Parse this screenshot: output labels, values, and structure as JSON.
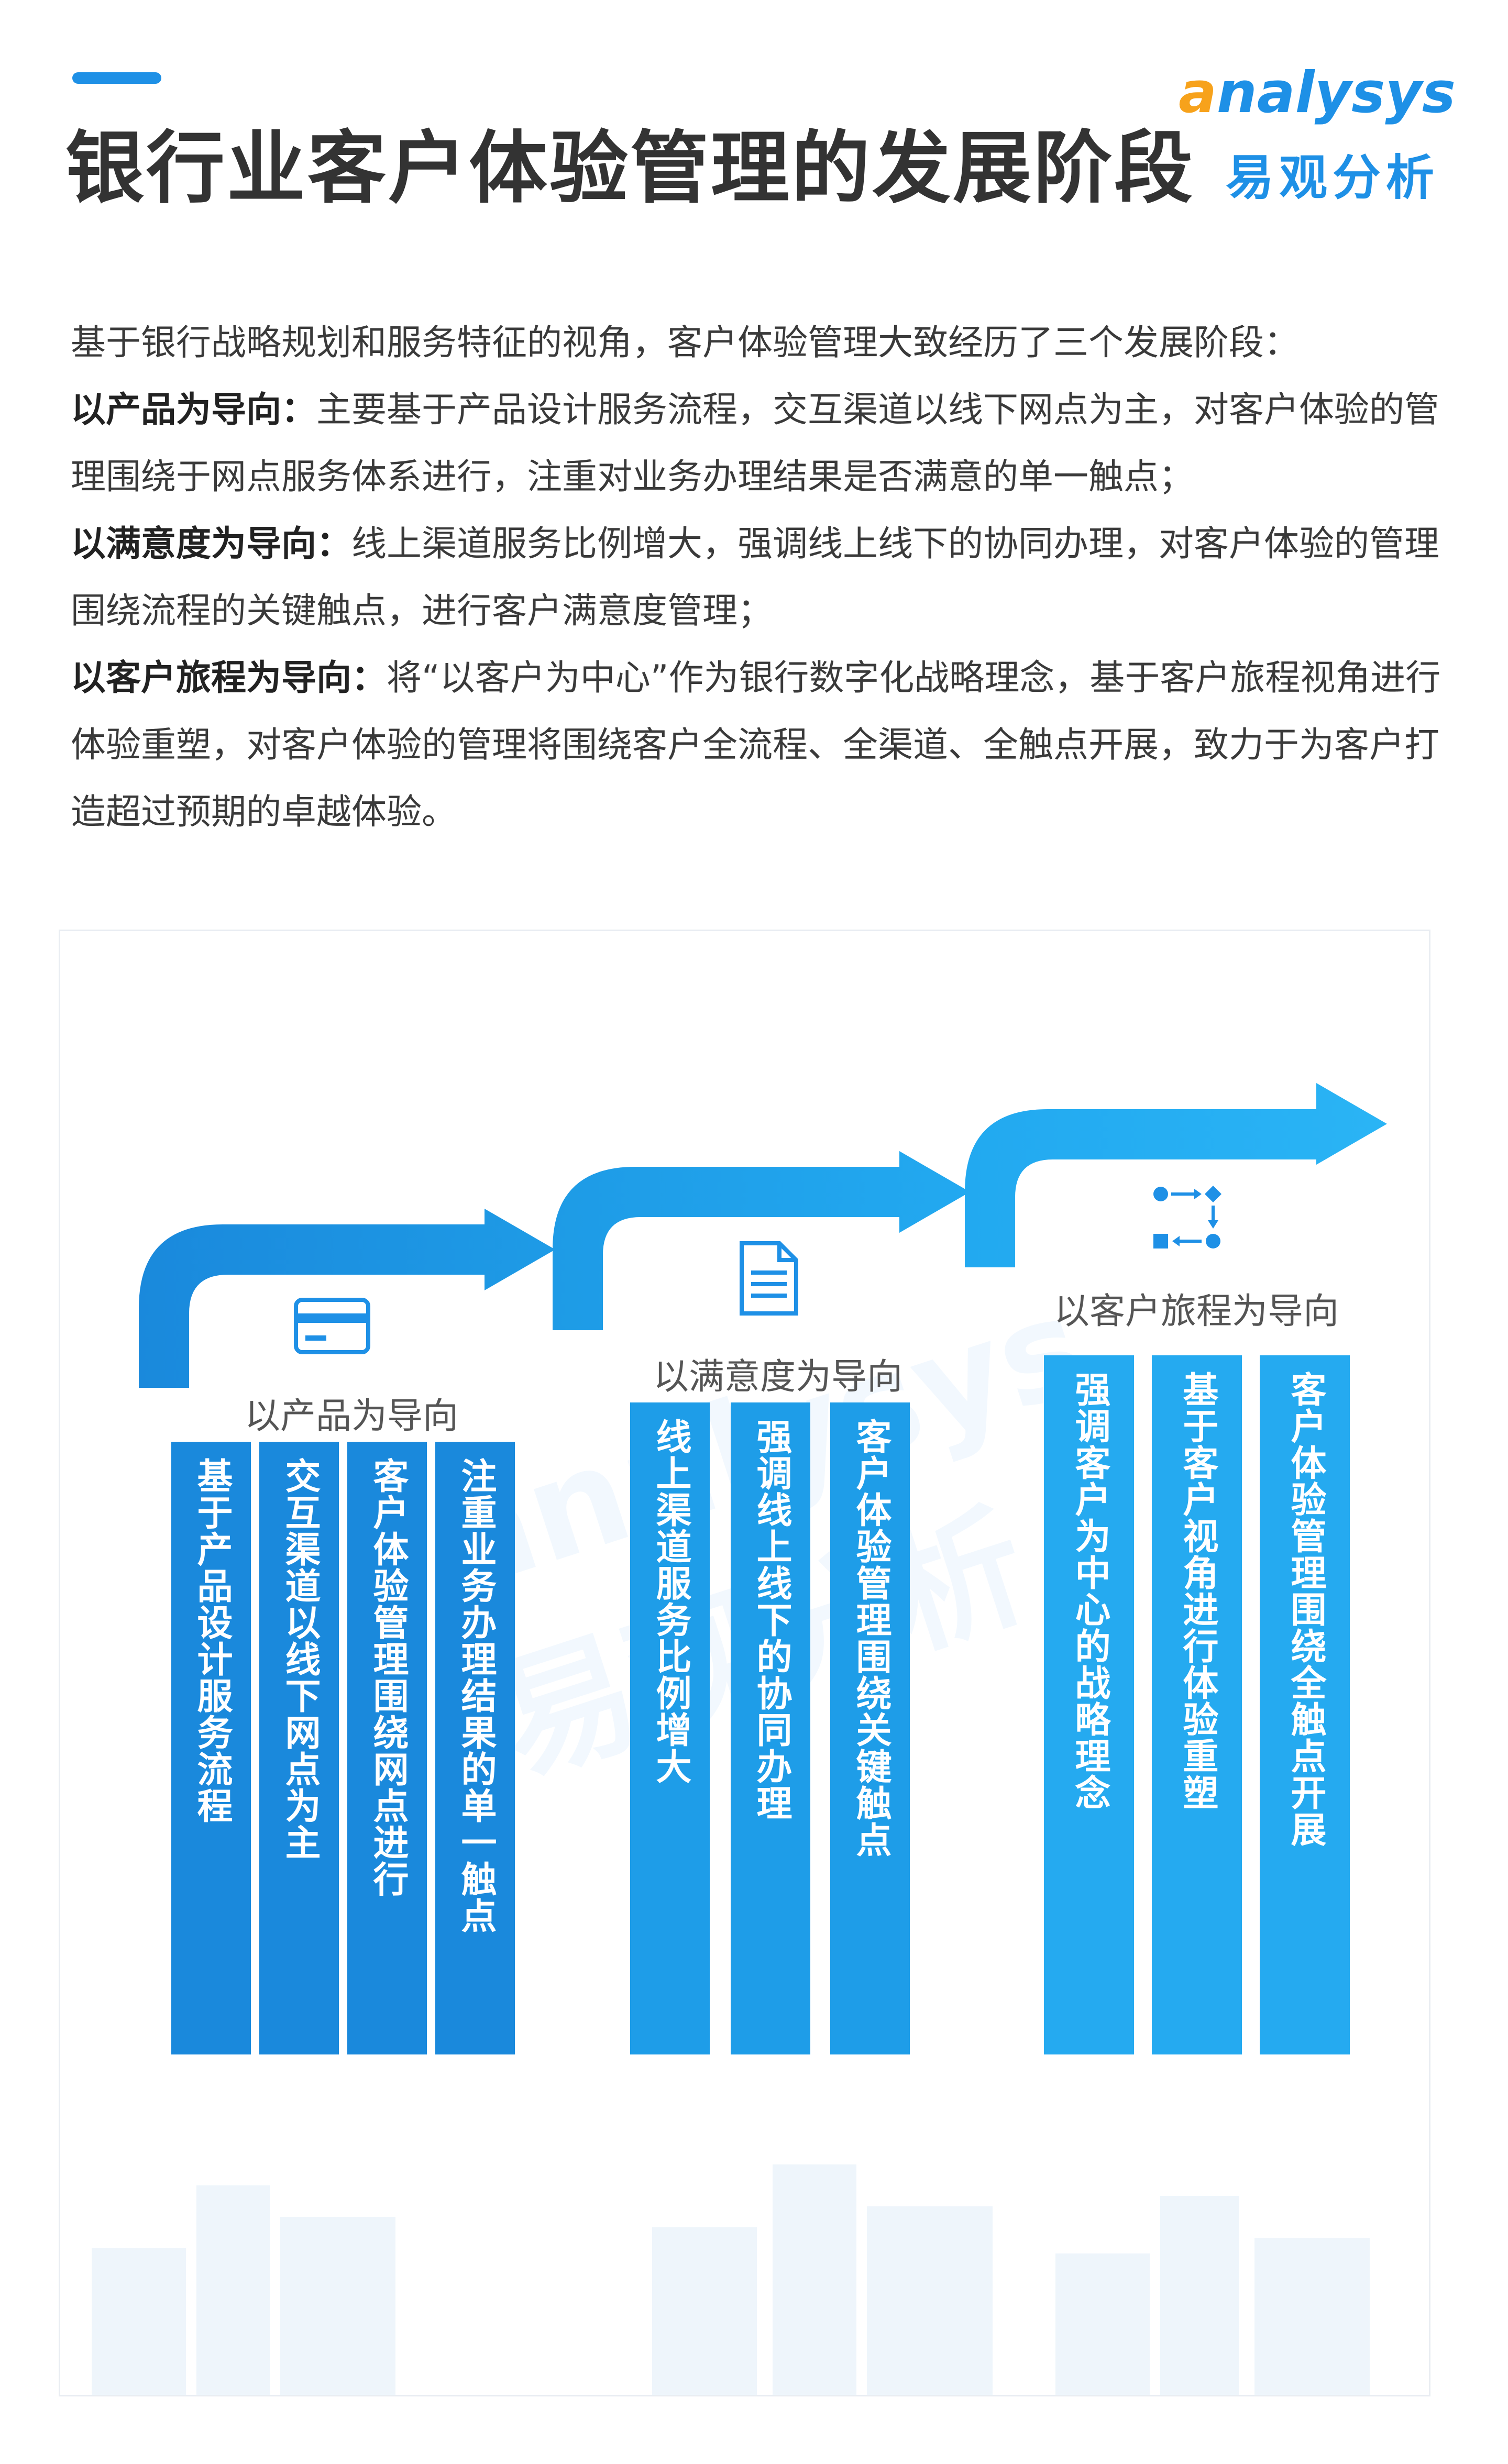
{
  "header": {
    "title": "银行业客户体验管理的发展阶段",
    "logo_en_first": "a",
    "logo_en_rest": "nalysys",
    "logo_cn": "易观分析"
  },
  "intro": {
    "line1": "基于银行战略规划和服务特征的视角，客户体验管理大致经历了三个发展阶段：",
    "p1_label": "以产品为导向：",
    "p1_text": "主要基于产品设计服务流程，交互渠道以线下网点为主，对客户体验的管理围绕于网点服务体系进行，注重对业务办理结果是否满意的单一触点；",
    "p2_label": "以满意度为导向：",
    "p2_text": "线上渠道服务比例增大，强调线上线下的协同办理，对客户体验的管理围绕流程的关键触点，进行客户满意度管理；",
    "p3_label": "以客户旅程为导向：",
    "p3_text": "将“以客户为中心”作为银行数字化战略理念，基于客户旅程视角进行体验重塑，对客户体验的管理将围绕客户全流程、全渠道、全触点开展，致力于为客户打造超过预期的卓越体验。"
  },
  "watermark": {
    "en": "analysys",
    "cn": "易观分析"
  },
  "stages": [
    {
      "title": "以产品为导向",
      "icon": "credit-card-icon",
      "columns": [
        "基于产品设计服务流程",
        "交互渠道以线下网点为主",
        "客户体验管理围绕网点进行",
        "注重业务办理结果的单一触点"
      ]
    },
    {
      "title": "以满意度为导向",
      "icon": "document-icon",
      "columns": [
        "线上渠道服务比例增大",
        "强调线上线下的协同办理",
        "客户体验管理围绕关键触点"
      ]
    },
    {
      "title": "以客户旅程为导向",
      "icon": "flow-process-icon",
      "columns": [
        "强调客户为中心的战略理念",
        "基于客户视角进行体验重塑",
        "客户体验管理围绕全触点开展"
      ]
    }
  ],
  "colors": {
    "accent": "#1e90e6",
    "logo_orange": "#f7a21b",
    "column_dark": "#1a89dc",
    "column_mid": "#1e9de8",
    "column_light": "#25aaf0"
  }
}
